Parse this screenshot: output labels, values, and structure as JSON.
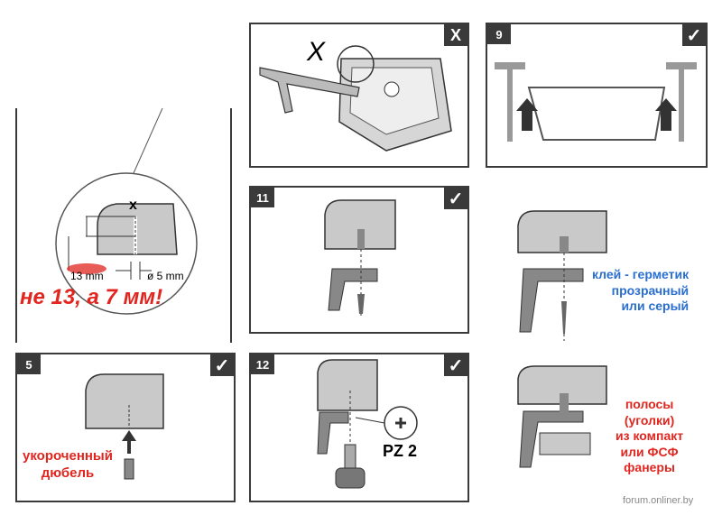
{
  "detail": {
    "dim_13": "13 mm",
    "dim_5": "ø 5 mm",
    "x_mark": "x",
    "note": "не 13, а 7 мм!"
  },
  "panels": {
    "p_x": {
      "badge": "X",
      "wrong_mark": "X"
    },
    "p9": {
      "num": "9",
      "badge": "✓"
    },
    "p11": {
      "num": "11",
      "badge": "✓"
    },
    "p5": {
      "num": "5",
      "badge": "✓",
      "note": "укороченный\nдюбель"
    },
    "p12": {
      "num": "12",
      "badge": "✓",
      "tool": "PZ 2"
    }
  },
  "right": {
    "glue_note": "клей - герметик\nпрозрачный\nили серый",
    "strips_note": "полосы\n(уголки)\nиз  компакт\nили ФСФ\nфанеры"
  },
  "watermark": "forum.onliner.by",
  "colors": {
    "accent_red": "#e0261f",
    "accent_blue": "#2a6fcf",
    "frame": "#3a3a3a",
    "stone": "#c9c9c9"
  }
}
